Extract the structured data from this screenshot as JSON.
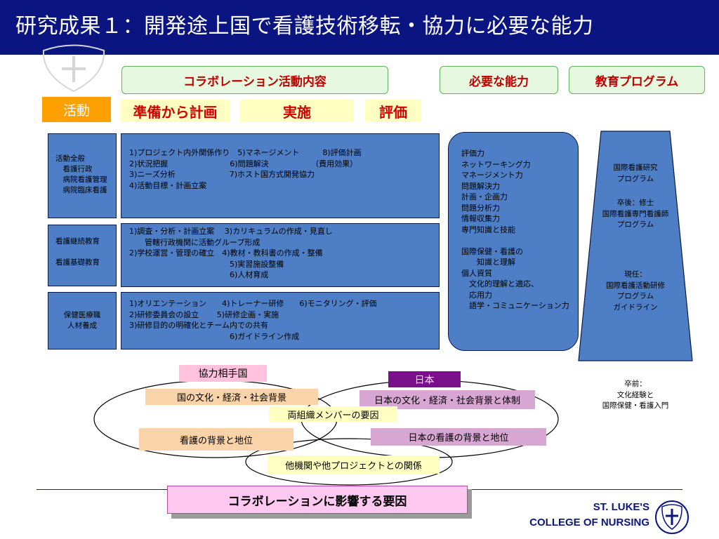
{
  "title": "研究成果１：開発途上国で看護技術移転・協力に必要な能力",
  "header_boxes": {
    "collab": "コラボレーション活動内容",
    "ability": "必要な能力",
    "program": "教育プログラム"
  },
  "activity_label": "活動",
  "phases": [
    "準備から計画",
    "実施",
    "評価"
  ],
  "rows": [
    {
      "label": "活動全般\n　看護行政\n　病院看護管理\n　病院臨床看護",
      "content": "1)プロジェクト内外関係作り　5)マネージメント　　　8)評価計画\n2)状況把握　　　　　　　　6)問題解決　　　　　　（費用効果）\n3)ニーズ分析　　　　　　　7)ホスト国方式開発協力\n4)活動目標・計画立案"
    },
    {
      "label": "看護継続教育\n\n看護基礎教育",
      "content": "1)調査・分析・計画立案　 3)カリキュラムの作成・見直し\n　　管轄行政機関に活動グループ形成\n2)学校運営・管理の確立　4)教材・教科書の作成・整備\n　　　　　　　　　　　　　5)実習施設整備\n　　　　　　　　　　　　　6)人材育成"
    },
    {
      "label": "保健医療職\n人材養成",
      "content": "1)オリエンテーション　　4)トレーナー研修　　6)モニタリング・評価\n2)研修委員会の設立　　 5)研修企画・実施\n3)研修目的の明確化とチーム内での共有\n　　　　　　　　　　　　　6)ガイドライン作成"
    }
  ],
  "abilities": "評価力\nネットワーキング力\nマネージメント力\n問題解決力\n計画・企画力\n問題分析力\n情報収集力\n専門知識と技能\n\n国際保健・看護の\n　　知識と理解\n個人資質\n　文化的理解と適応、\n　応用力\n　語学・コミュニケーション力",
  "programs": [
    "国際看護研究\nプログラム",
    "卒後：修士\n国際看護専門看護師\nプログラム",
    "現任：\n国際看護活動研修\nプログラム\nガイドライン",
    "卒前：\n文化経験と\n国際保健・看護入門"
  ],
  "partner_label": "協力相手国",
  "japan_label": "日本",
  "factors": {
    "country_culture": "国の文化・経済・社会背景",
    "nursing_bg": "看護の背景と地位",
    "jp_culture": "日本の文化・経済・社会背景と体制",
    "jp_nursing": "日本の看護の背景と地位",
    "members": "両組織メンバーの要因",
    "other": "他機関や他プロジェクトとの関係"
  },
  "footer_box": "コラボレーションに影響する要因",
  "logo_text": [
    "ST. LUKE'S",
    "COLLEGE OF NURSING"
  ],
  "colors": {
    "title_bg": "#0b1582",
    "blue_box": "#4d7ec6",
    "accent_red": "#c00000",
    "pink": "#ffc1dc",
    "purple": "#7a0f8a"
  }
}
